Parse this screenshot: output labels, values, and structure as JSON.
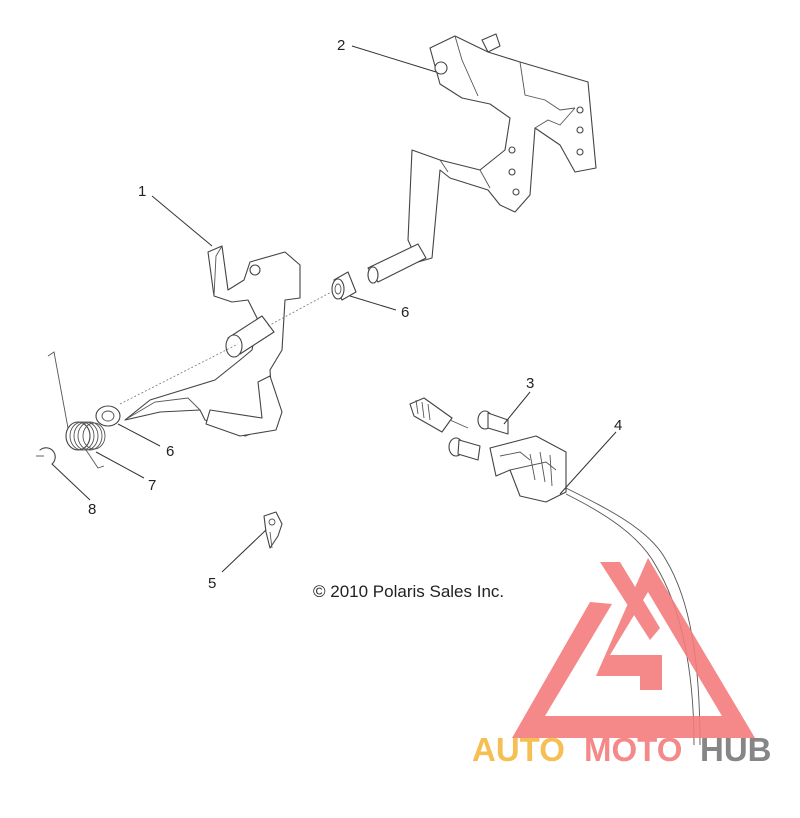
{
  "copyright": "© 2010 Polaris Sales Inc.",
  "callouts": [
    {
      "id": "c1",
      "label": "1"
    },
    {
      "id": "c2",
      "label": "2"
    },
    {
      "id": "c3",
      "label": "3"
    },
    {
      "id": "c4",
      "label": "4"
    },
    {
      "id": "c5",
      "label": "5"
    },
    {
      "id": "c6a",
      "label": "6"
    },
    {
      "id": "c6b",
      "label": "6"
    },
    {
      "id": "c7",
      "label": "7"
    },
    {
      "id": "c8",
      "label": "8"
    }
  ],
  "watermark": {
    "word_auto": "AUTO",
    "word_moto": "MOTO",
    "word_hub": "HUB",
    "colors": {
      "logo": "#f47c7c",
      "auto": "#f6b942",
      "moto": "#f47c7c",
      "hub": "#7a7a7a"
    }
  }
}
